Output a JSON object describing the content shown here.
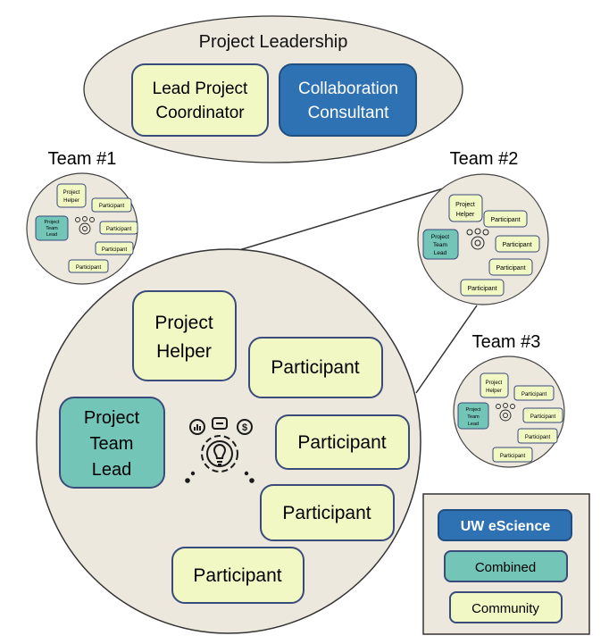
{
  "leadership": {
    "title": "Project Leadership",
    "lead_line1": "Lead Project",
    "lead_line2": "Coordinator",
    "consultant_line1": "Collaboration",
    "consultant_line2": "Consultant"
  },
  "teams": {
    "team1_label": "Team #1",
    "team2_label": "Team #2",
    "team3_label": "Team #3"
  },
  "roles": {
    "helper_line1": "Project",
    "helper_line2": "Helper",
    "lead_line1": "Project",
    "lead_line2": "Team",
    "lead_line3": "Lead",
    "participant": "Participant"
  },
  "legend": {
    "uw": "UW eScience",
    "combined": "Combined",
    "community": "Community"
  },
  "colors": {
    "uw": "#2f72b3",
    "combined": "#73c5b8",
    "community": "#f2f8c4",
    "circle_fill": "#ece8de",
    "border": "#3a4a7a"
  },
  "icons": {
    "center": "gear-lightbulb-icon"
  }
}
